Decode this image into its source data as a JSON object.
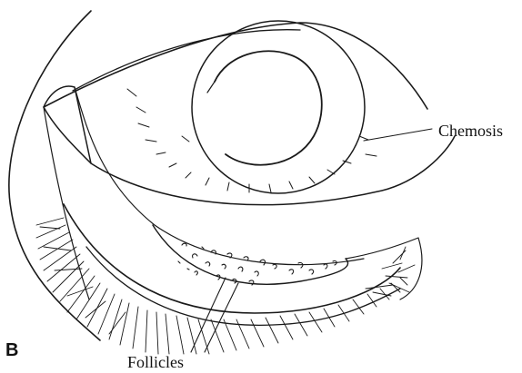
{
  "panel_label": "B",
  "labels": {
    "chemosis": "Chemosis",
    "follicles": "Follicles"
  },
  "colors": {
    "ink": "#1a1a1a",
    "background": "#ffffff"
  }
}
